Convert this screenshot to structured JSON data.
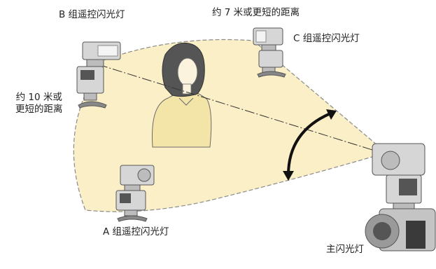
{
  "labels": {
    "group_b": "B 组遥控闪光灯",
    "distance_top": "约 7 米或更短的距离",
    "group_c": "C 组遥控闪光灯",
    "distance_left_line1": "约 10 米或",
    "distance_left_line2": "更短的距离",
    "group_a": "A 组遥控闪光灯",
    "master": "主闪光灯"
  },
  "colors": {
    "zone_fill": "#fbefc7",
    "zone_border": "#8a8a8a",
    "subject_fill": "#f3e4a8",
    "flash_body": "#d6d6d6",
    "flash_dark": "#555555",
    "arrow": "#111111",
    "text": "#222222"
  },
  "icons": [
    "remote-flash-b-icon",
    "remote-flash-c-icon",
    "remote-flash-a-icon",
    "master-flash-camera-icon",
    "subject-person-icon",
    "rotate-arrow-icon"
  ]
}
